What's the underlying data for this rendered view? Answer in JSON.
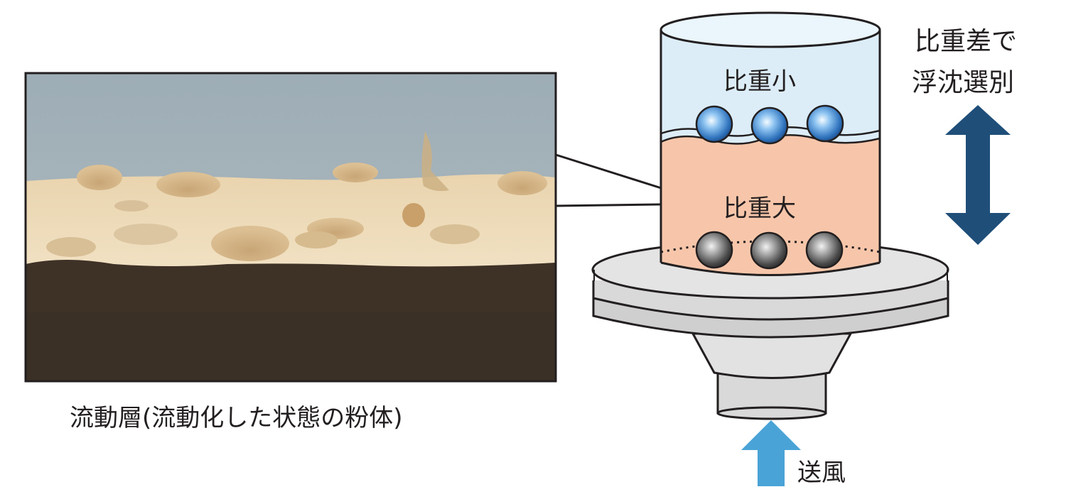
{
  "photo": {
    "caption": "流動層(流動化した状態の粉体)"
  },
  "column": {
    "upper_label": "比重小",
    "lower_label": "比重大"
  },
  "side_note": {
    "line1": "比重差で",
    "line2": "浮沈選別"
  },
  "airflow": {
    "label": "送風"
  },
  "colors": {
    "upper_fill": "#dcedf8",
    "lower_fill": "#f7c6aa",
    "double_arrow": "#1f4e79",
    "air_arrow": "#4aa3d6",
    "platform": "#d9d9d9",
    "light_particle": "#3d8fd6",
    "heavy_particle": "#666666"
  }
}
